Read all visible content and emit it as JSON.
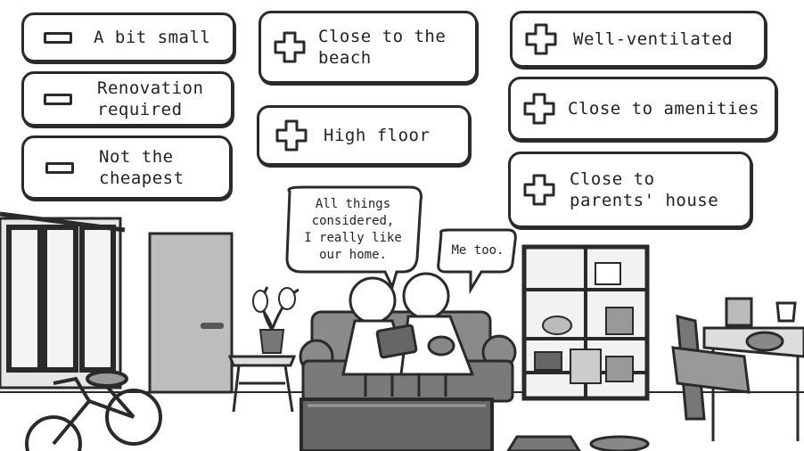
{
  "cons": [
    {
      "label": "A bit small",
      "icon": "minus-icon"
    },
    {
      "label": "Renovation\nrequired",
      "icon": "minus-icon"
    },
    {
      "label": "Not the\ncheapest",
      "icon": "minus-icon"
    }
  ],
  "pros_middle": [
    {
      "label": "Close to the\nbeach",
      "icon": "plus-icon"
    },
    {
      "label": "High floor",
      "icon": "plus-icon"
    }
  ],
  "pros_right": [
    {
      "label": "Well-ventilated",
      "icon": "plus-icon"
    },
    {
      "label": "Close to amenities",
      "icon": "plus-icon"
    },
    {
      "label": "Close to\nparents' house",
      "icon": "plus-icon"
    }
  ],
  "speech": {
    "left": "All things\nconsidered,\nI really like\nour home.",
    "right": "Me too."
  },
  "colors": {
    "ink": "#2a2a2a",
    "fill_dark": "#6e6e6e",
    "fill_mid": "#9a9a9a",
    "fill_light": "#c8c8c8",
    "paper": "#ffffff"
  }
}
